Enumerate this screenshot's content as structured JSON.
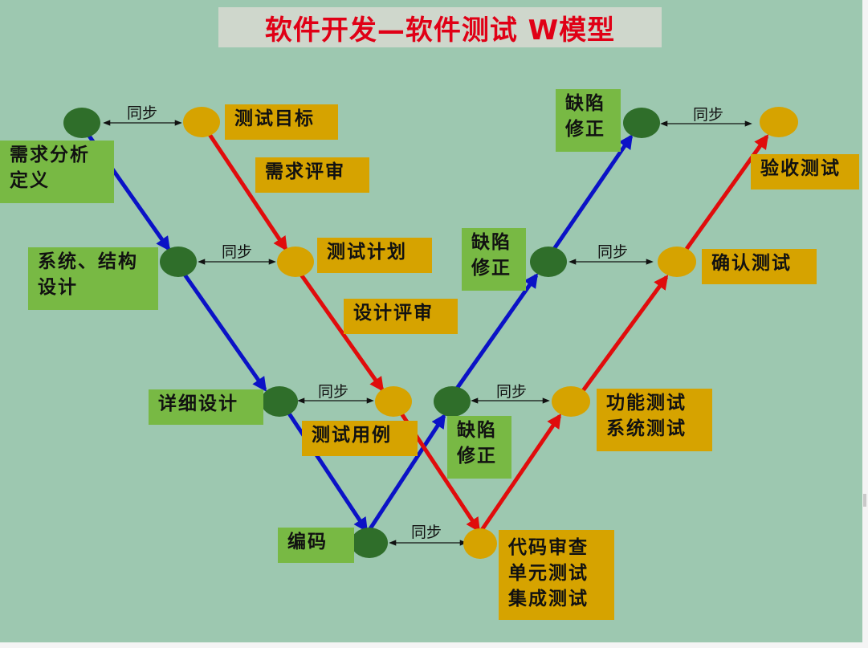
{
  "title": "软件开发—软件测试  W模型",
  "sync_label": "同步",
  "labels": {
    "req_def": "需求分析\n定义",
    "test_goal": "测试目标",
    "req_review": "需求评审",
    "sys_design": "系统、结构\n设计",
    "test_plan": "测试计划",
    "design_review": "设计评审",
    "detail_design": "详细设计",
    "test_case": "测试用例",
    "coding": "编码",
    "code_review": "代码审查\n单元测试\n集成测试",
    "fix_1": "缺陷\n修正",
    "func_test": "功能测试\n系统测试",
    "fix_2": "缺陷\n修正",
    "confirm_test": "确认测试",
    "fix_3": "缺陷\n修正",
    "accept_test": "验收测试"
  },
  "colors": {
    "dev_node": "#2f6e2a",
    "test_node": "#d6a300",
    "dev_arrow": "#0b12c6",
    "test_arrow": "#e00c0c",
    "green_box": "#78b944",
    "gold_box": "#d6a300",
    "title_text": "#e00016"
  }
}
